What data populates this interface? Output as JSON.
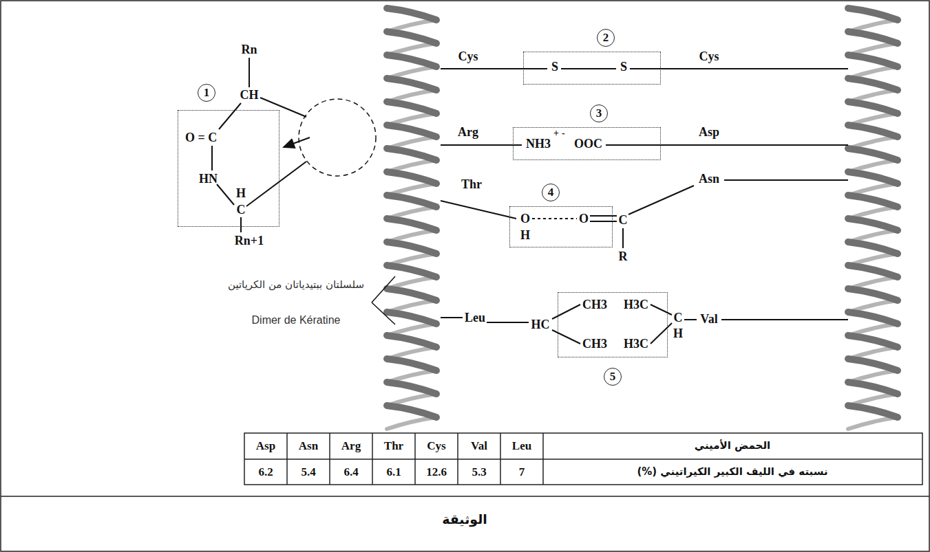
{
  "diagram": {
    "nodes": [
      {
        "text": [
          "O = C",
          "HN"
        ]
      },
      {
        "text": [
          "S",
          "S"
        ]
      },
      {
        "text": [
          "NH3",
          "+",
          "-",
          "OOC"
        ]
      },
      {
        "text": [
          "O",
          "H",
          "O"
        ]
      },
      {
        "text": [
          "CH3",
          "H3C",
          "CH3",
          "H3C"
        ]
      }
    ],
    "labels": [
      "1",
      "Rn",
      "CH",
      "H",
      "C",
      "Rn+1",
      "Cys",
      "2",
      "Cys",
      "Arg",
      "3",
      "Asp",
      "Thr",
      "4",
      "Asn",
      "C",
      "R",
      "Leu",
      "HC",
      "Val",
      "C",
      "H",
      "5",
      "سلسلتان ببتيدياتان من الكرياتين",
      "Dimer de Kératine",
      "Asp",
      "Asn",
      "Arg",
      "Thr",
      "Cys",
      "Val",
      "Leu",
      "الحمض الأميني",
      "6.2",
      "5.4",
      "6.4",
      "6.1",
      "12.6",
      "5.3",
      "7",
      "نسبته في الليف الكبير الكيراتيني (%)",
      "الوثيقة"
    ]
  }
}
